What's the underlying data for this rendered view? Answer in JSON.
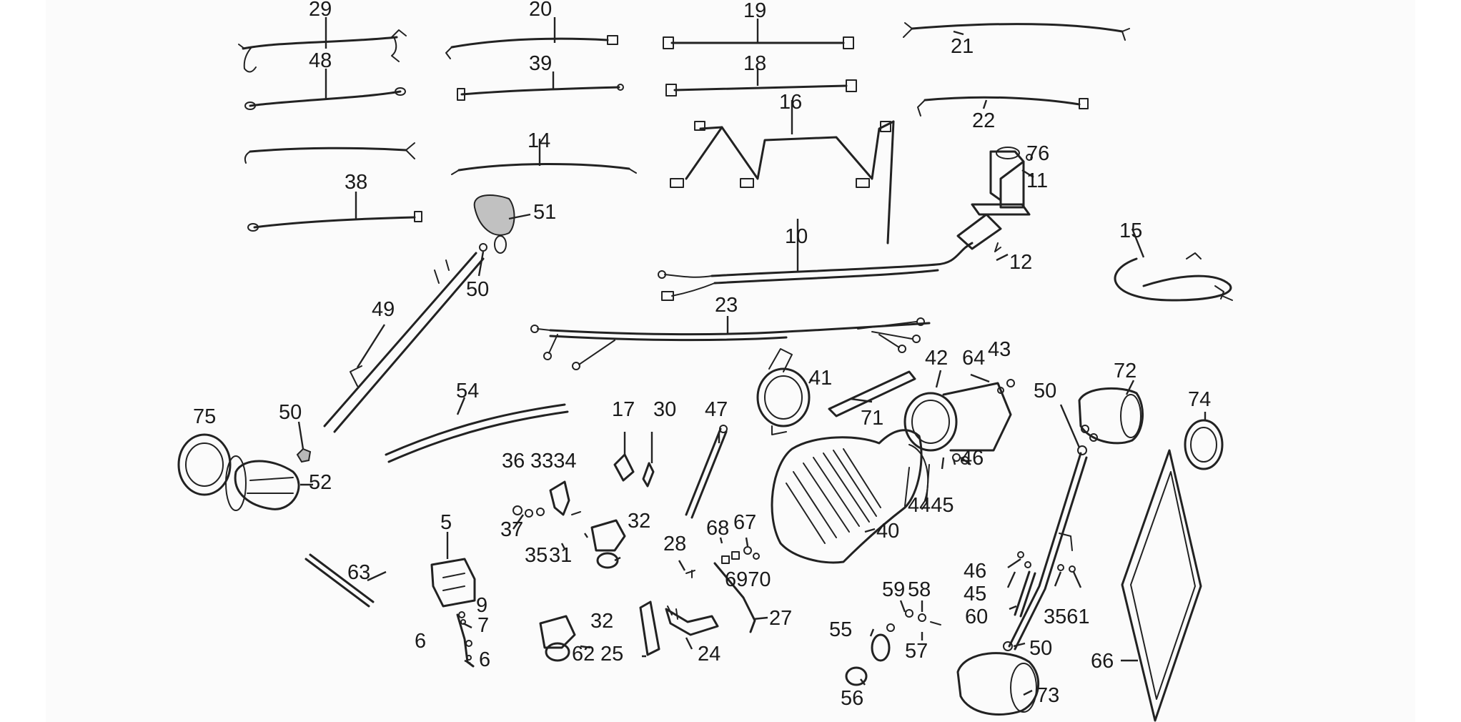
{
  "labels": {
    "p5": "5",
    "p6a": "6",
    "p6b": "6",
    "p7": "7",
    "p9": "9",
    "p10": "10",
    "p11": "11",
    "p12": "12",
    "p14": "14",
    "p15": "15",
    "p16": "16",
    "p17": "17",
    "p18": "18",
    "p19": "19",
    "p20": "20",
    "p21": "21",
    "p22": "22",
    "p23": "23",
    "p24": "24",
    "p25": "25",
    "p27": "27",
    "p28": "28",
    "p29": "29",
    "p30": "30",
    "p31": "31",
    "p32a": "32",
    "p32b": "32",
    "p3334": "3334",
    "p35a": "35",
    "p36": "36",
    "p37": "37",
    "p38": "38",
    "p39": "39",
    "p40": "40",
    "p41": "41",
    "p42": "42",
    "p43": "43",
    "p4445": "4445",
    "p46a": "46",
    "p46b": "46",
    "p45b": "45",
    "p47": "47",
    "p48": "48",
    "p49": "49",
    "p50a": "50",
    "p50b": "50",
    "p50c": "50",
    "p50d": "50",
    "p51": "51",
    "p52": "52",
    "p54": "54",
    "p55": "55",
    "p56": "56",
    "p57": "57",
    "p58": "58",
    "p59": "59",
    "p60": "60",
    "p3561": "3561",
    "p62": "62",
    "p63": "63",
    "p64": "64",
    "p66": "66",
    "p67": "67",
    "p68": "68",
    "p6970": "6970",
    "p71": "71",
    "p72": "72",
    "p73": "73",
    "p74": "74",
    "p75": "75",
    "p76": "76"
  },
  "colors": {
    "line": "#222222",
    "background": "#fbfbfb"
  }
}
